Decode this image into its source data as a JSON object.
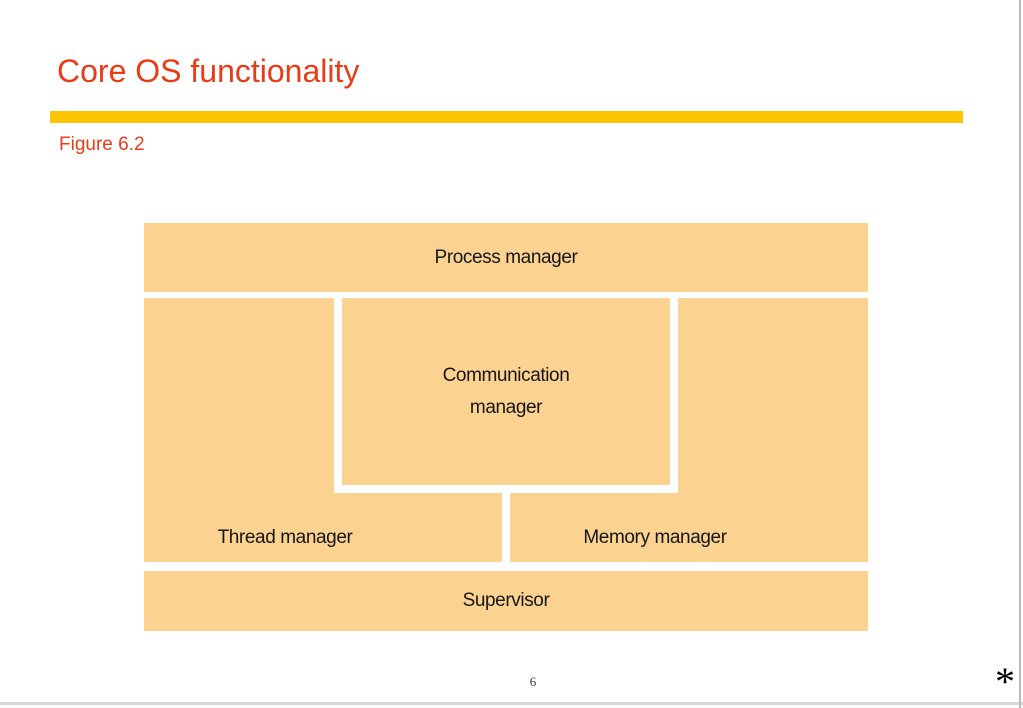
{
  "slide": {
    "title": "Core OS functionality",
    "caption": "Figure 6.2",
    "page_number": "6",
    "footnote_marker": "*"
  },
  "diagram": {
    "process_manager": "Process manager",
    "communication_manager_line1": "Communication",
    "communication_manager_line2": "manager",
    "thread_manager": "Thread manager",
    "memory_manager": "Memory manager",
    "supervisor": "Supervisor"
  },
  "colors": {
    "title_red": "#e83b17",
    "accent_yellow": "#fcc502",
    "box_fill": "#fbd290",
    "label_text": "#161616",
    "rule_gray": "#d6d6d6",
    "edge_gray": "#b9b9b9"
  }
}
